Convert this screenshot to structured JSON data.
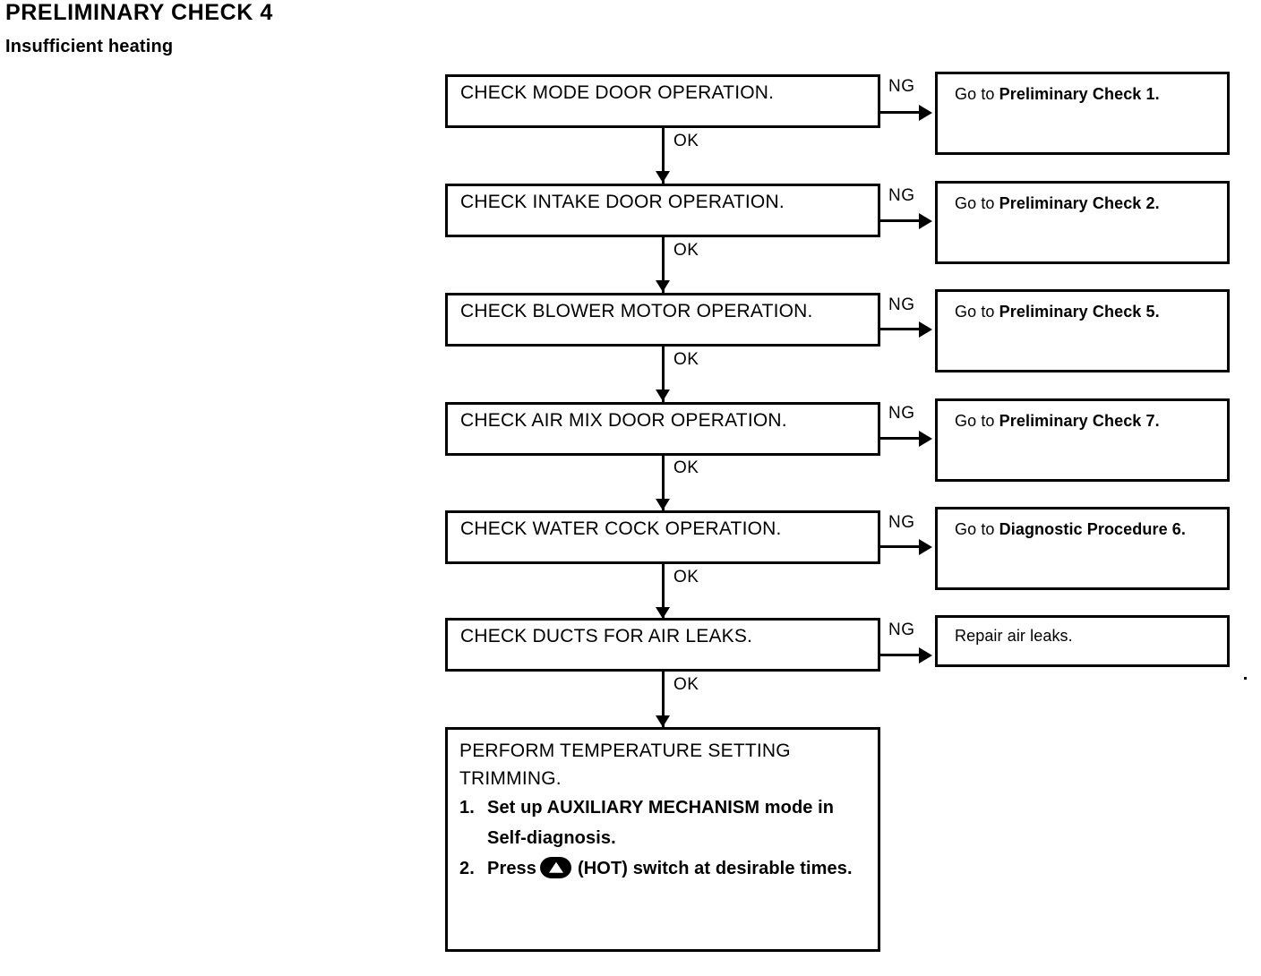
{
  "header": {
    "title": "PRELIMINARY CHECK 4",
    "subtitle": "Insufficient heating"
  },
  "labels": {
    "ok": "OK",
    "ng": "NG",
    "goto_prefix": "Go to "
  },
  "flow": {
    "steps": [
      {
        "check": "CHECK MODE DOOR OPERATION.",
        "ok": "OK",
        "ng": "NG",
        "result_prefix": "Go to ",
        "result_bold": "Preliminary Check 1.",
        "result_plain": "Go to Preliminary Check 1."
      },
      {
        "check": "CHECK INTAKE DOOR OPERATION.",
        "ok": "OK",
        "ng": "NG",
        "result_prefix": "Go to ",
        "result_bold": "Preliminary Check 2.",
        "result_plain": "Go to Preliminary Check 2."
      },
      {
        "check": "CHECK BLOWER MOTOR OPERATION.",
        "ok": "OK",
        "ng": "NG",
        "result_prefix": "Go to ",
        "result_bold": "Preliminary Check 5.",
        "result_plain": "Go to Preliminary Check 5."
      },
      {
        "check": "CHECK AIR MIX DOOR OPERATION.",
        "ok": "OK",
        "ng": "NG",
        "result_prefix": "Go to ",
        "result_bold": "Preliminary Check 7.",
        "result_plain": "Go to Preliminary Check 7."
      },
      {
        "check": "CHECK WATER COCK OPERATION.",
        "ok": "OK",
        "ng": "NG",
        "result_prefix": "Go to ",
        "result_bold": "Diagnostic Procedure 6.",
        "result_plain": "Go to Diagnostic Procedure 6."
      },
      {
        "check": "CHECK DUCTS FOR AIR LEAKS.",
        "ok": "OK",
        "ng": "NG",
        "result_prefix": "",
        "result_bold": "",
        "result_plain": "Repair air leaks."
      }
    ],
    "final": {
      "heading_line1": "PERFORM TEMPERATURE SETTING",
      "heading_line2": "TRIMMING.",
      "items": [
        {
          "number": "1.",
          "text_before": "Set up AUXILIARY MECHANISM mode in Self-diagnosis.",
          "icon": "",
          "text_after": ""
        },
        {
          "number": "2.",
          "text_before": "Press",
          "icon": "hot-switch-icon",
          "text_after": "(HOT) switch at desirable times."
        }
      ]
    }
  },
  "colors": {
    "ink": "#000000",
    "paper": "#ffffff"
  }
}
